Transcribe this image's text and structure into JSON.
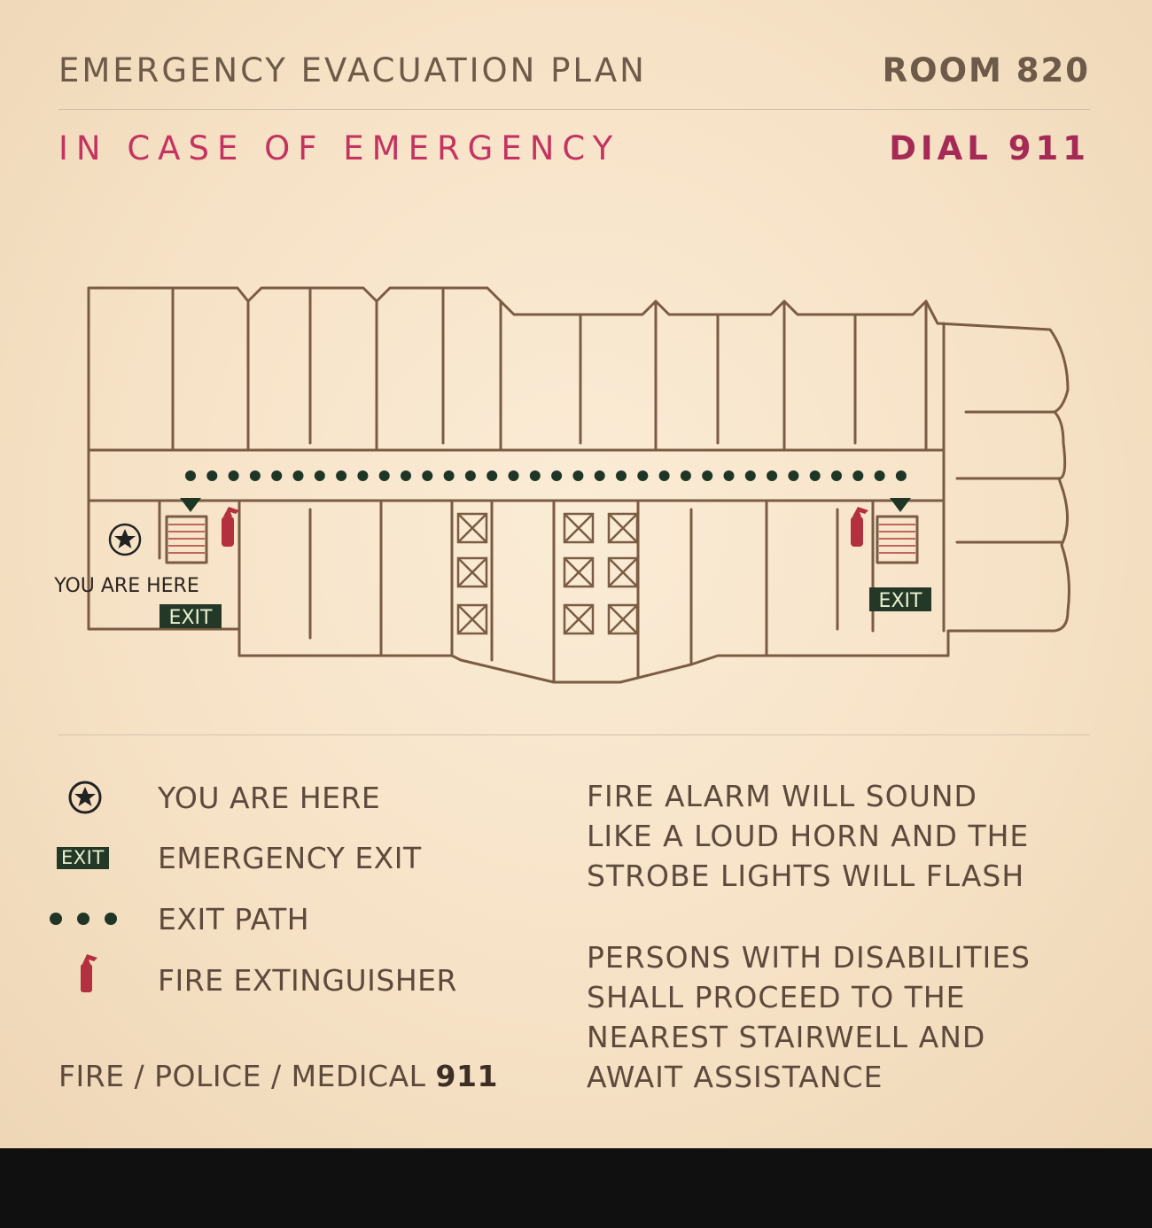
{
  "header": {
    "title": "EMERGENCY EVACUATION PLAN",
    "room": "ROOM 820",
    "emergency_text": "IN CASE OF EMERGENCY",
    "dial": "DIAL 911"
  },
  "map": {
    "you_are_here": "YOU ARE HERE",
    "exit_label": "EXIT",
    "icons": [
      "star-circle-icon",
      "exit-sign-icon",
      "exit-path-dots",
      "fire-extinguisher-icon",
      "stairs-icon",
      "elevator-icon",
      "arrow-down-icon"
    ]
  },
  "legend": {
    "items": [
      {
        "label": "YOU ARE HERE",
        "icon": "star-circle-icon"
      },
      {
        "label": "EMERGENCY EXIT",
        "icon": "exit-sign-icon"
      },
      {
        "label": "EXIT PATH",
        "icon": "exit-path-dots"
      },
      {
        "label": "FIRE EXTINGUISHER",
        "icon": "fire-extinguisher-icon"
      }
    ],
    "exit_icon_text": "EXIT",
    "phone_prefix": "FIRE / POLICE / MEDICAL",
    "phone_number": "911"
  },
  "info": {
    "alarm_lines": [
      "FIRE ALARM WILL SOUND",
      "LIKE A LOUD HORN AND THE",
      "STROBE LIGHTS WILL FLASH"
    ],
    "disability_lines": [
      "PERSONS WITH DISABILITIES",
      "SHALL PROCEED TO THE",
      "NEAREST STAIRWELL AND",
      "AWAIT ASSISTANCE"
    ]
  },
  "colors": {
    "background": "#f6e2c6",
    "lines": "#7a5c44",
    "accent_red": "#c43461",
    "exit_green": "#233827",
    "extinguisher": "#b3313f"
  }
}
